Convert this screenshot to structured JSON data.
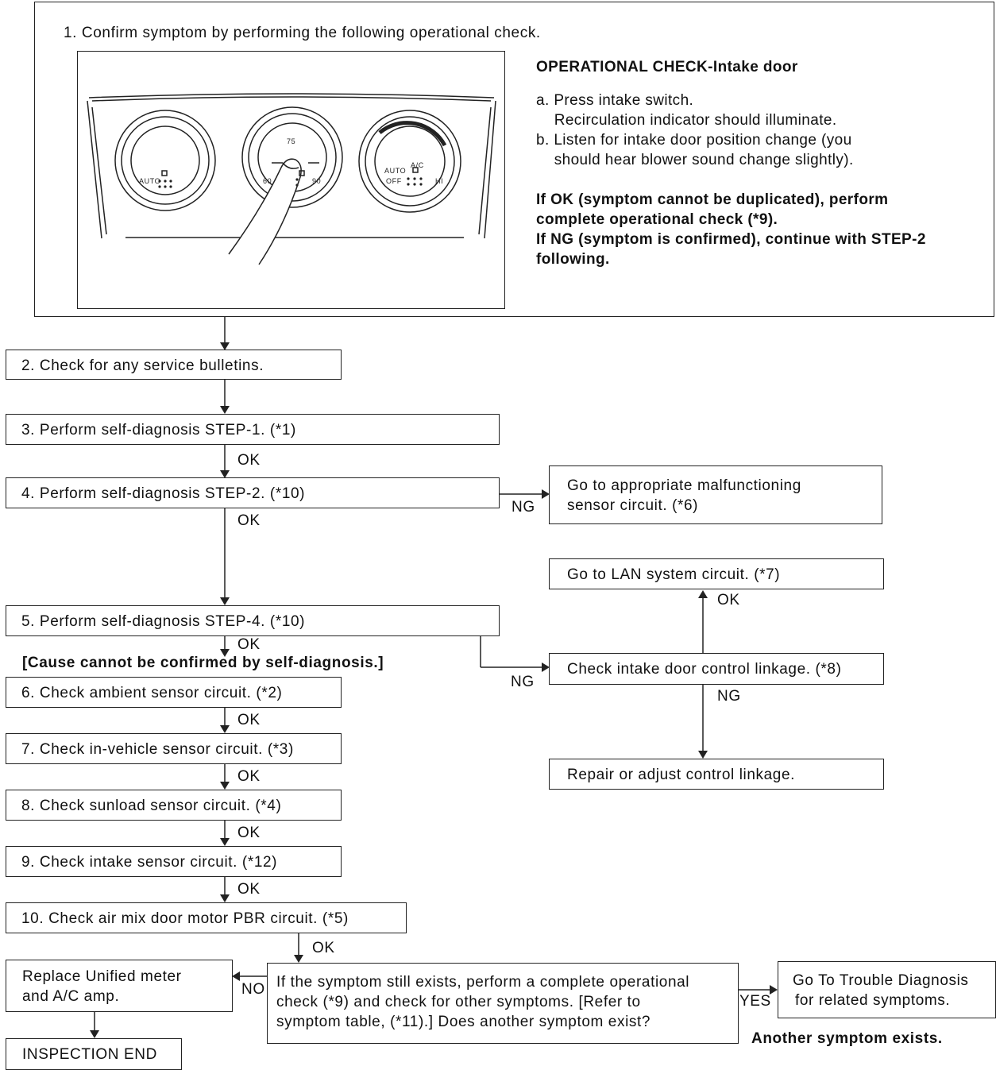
{
  "step1": {
    "title": "1. Confirm symptom by performing the following operational check.",
    "check_heading": "OPERATIONAL CHECK-Intake door",
    "check_lines": [
      "a. Press intake switch.",
      "    Recirculation indicator should illuminate.",
      "b. Listen for intake door position change (you",
      "    should hear blower sound change slightly)."
    ],
    "result_lines": [
      "If OK (symptom cannot be duplicated), perform",
      "complete operational check (*9).",
      "If NG (symptom is confirmed), continue with STEP-2",
      "following."
    ]
  },
  "panel": {
    "left_dial": {
      "auto": "AUTO"
    },
    "mid_dial": {
      "t75": "75",
      "t60": "60",
      "t90": "90"
    },
    "right_dial": {
      "auto": "AUTO",
      "ac": "A/C",
      "off": "OFF",
      "hi": "HI"
    }
  },
  "steps": {
    "s2": "2. Check for any service bulletins.",
    "s3": "3. Perform self-diagnosis STEP-1. (*1)",
    "s4": "4. Perform self-diagnosis STEP-2. (*10)",
    "s5": "5. Perform self-diagnosis STEP-4. (*10)",
    "cause": "[Cause cannot be confirmed by self-diagnosis.]",
    "s6": "6. Check ambient sensor circuit. (*2)",
    "s7": "7. Check in-vehicle sensor circuit. (*3)",
    "s8": "8. Check sunload sensor circuit. (*4)",
    "s9": "9. Check intake sensor circuit. (*12)",
    "s10": "10. Check air mix door motor PBR circuit. (*5)"
  },
  "right_branch": {
    "malfunction_l1": "Go to appropriate malfunctioning",
    "malfunction_l2": "sensor circuit. (*6)",
    "lan": "Go to LAN system circuit. (*7)",
    "linkage": "Check intake door control linkage. (*8)",
    "repair": "Repair or adjust control linkage."
  },
  "bottom": {
    "question_l1": "If the symptom still exists, perform a complete operational",
    "question_l2": "check (*9) and check for other symptoms. [Refer to",
    "question_l3": "symptom table, (*11).] Does another symptom exist?",
    "replace_l1": "Replace Unified meter",
    "replace_l2": "and A/C amp.",
    "end": "INSPECTION END",
    "trouble_l1": "Go To Trouble Diagnosis",
    "trouble_l2": "for related symptoms.",
    "another": "Another symptom exists."
  },
  "labels": {
    "ok": "OK",
    "ng": "NG",
    "yes": "YES",
    "no": "NO"
  }
}
